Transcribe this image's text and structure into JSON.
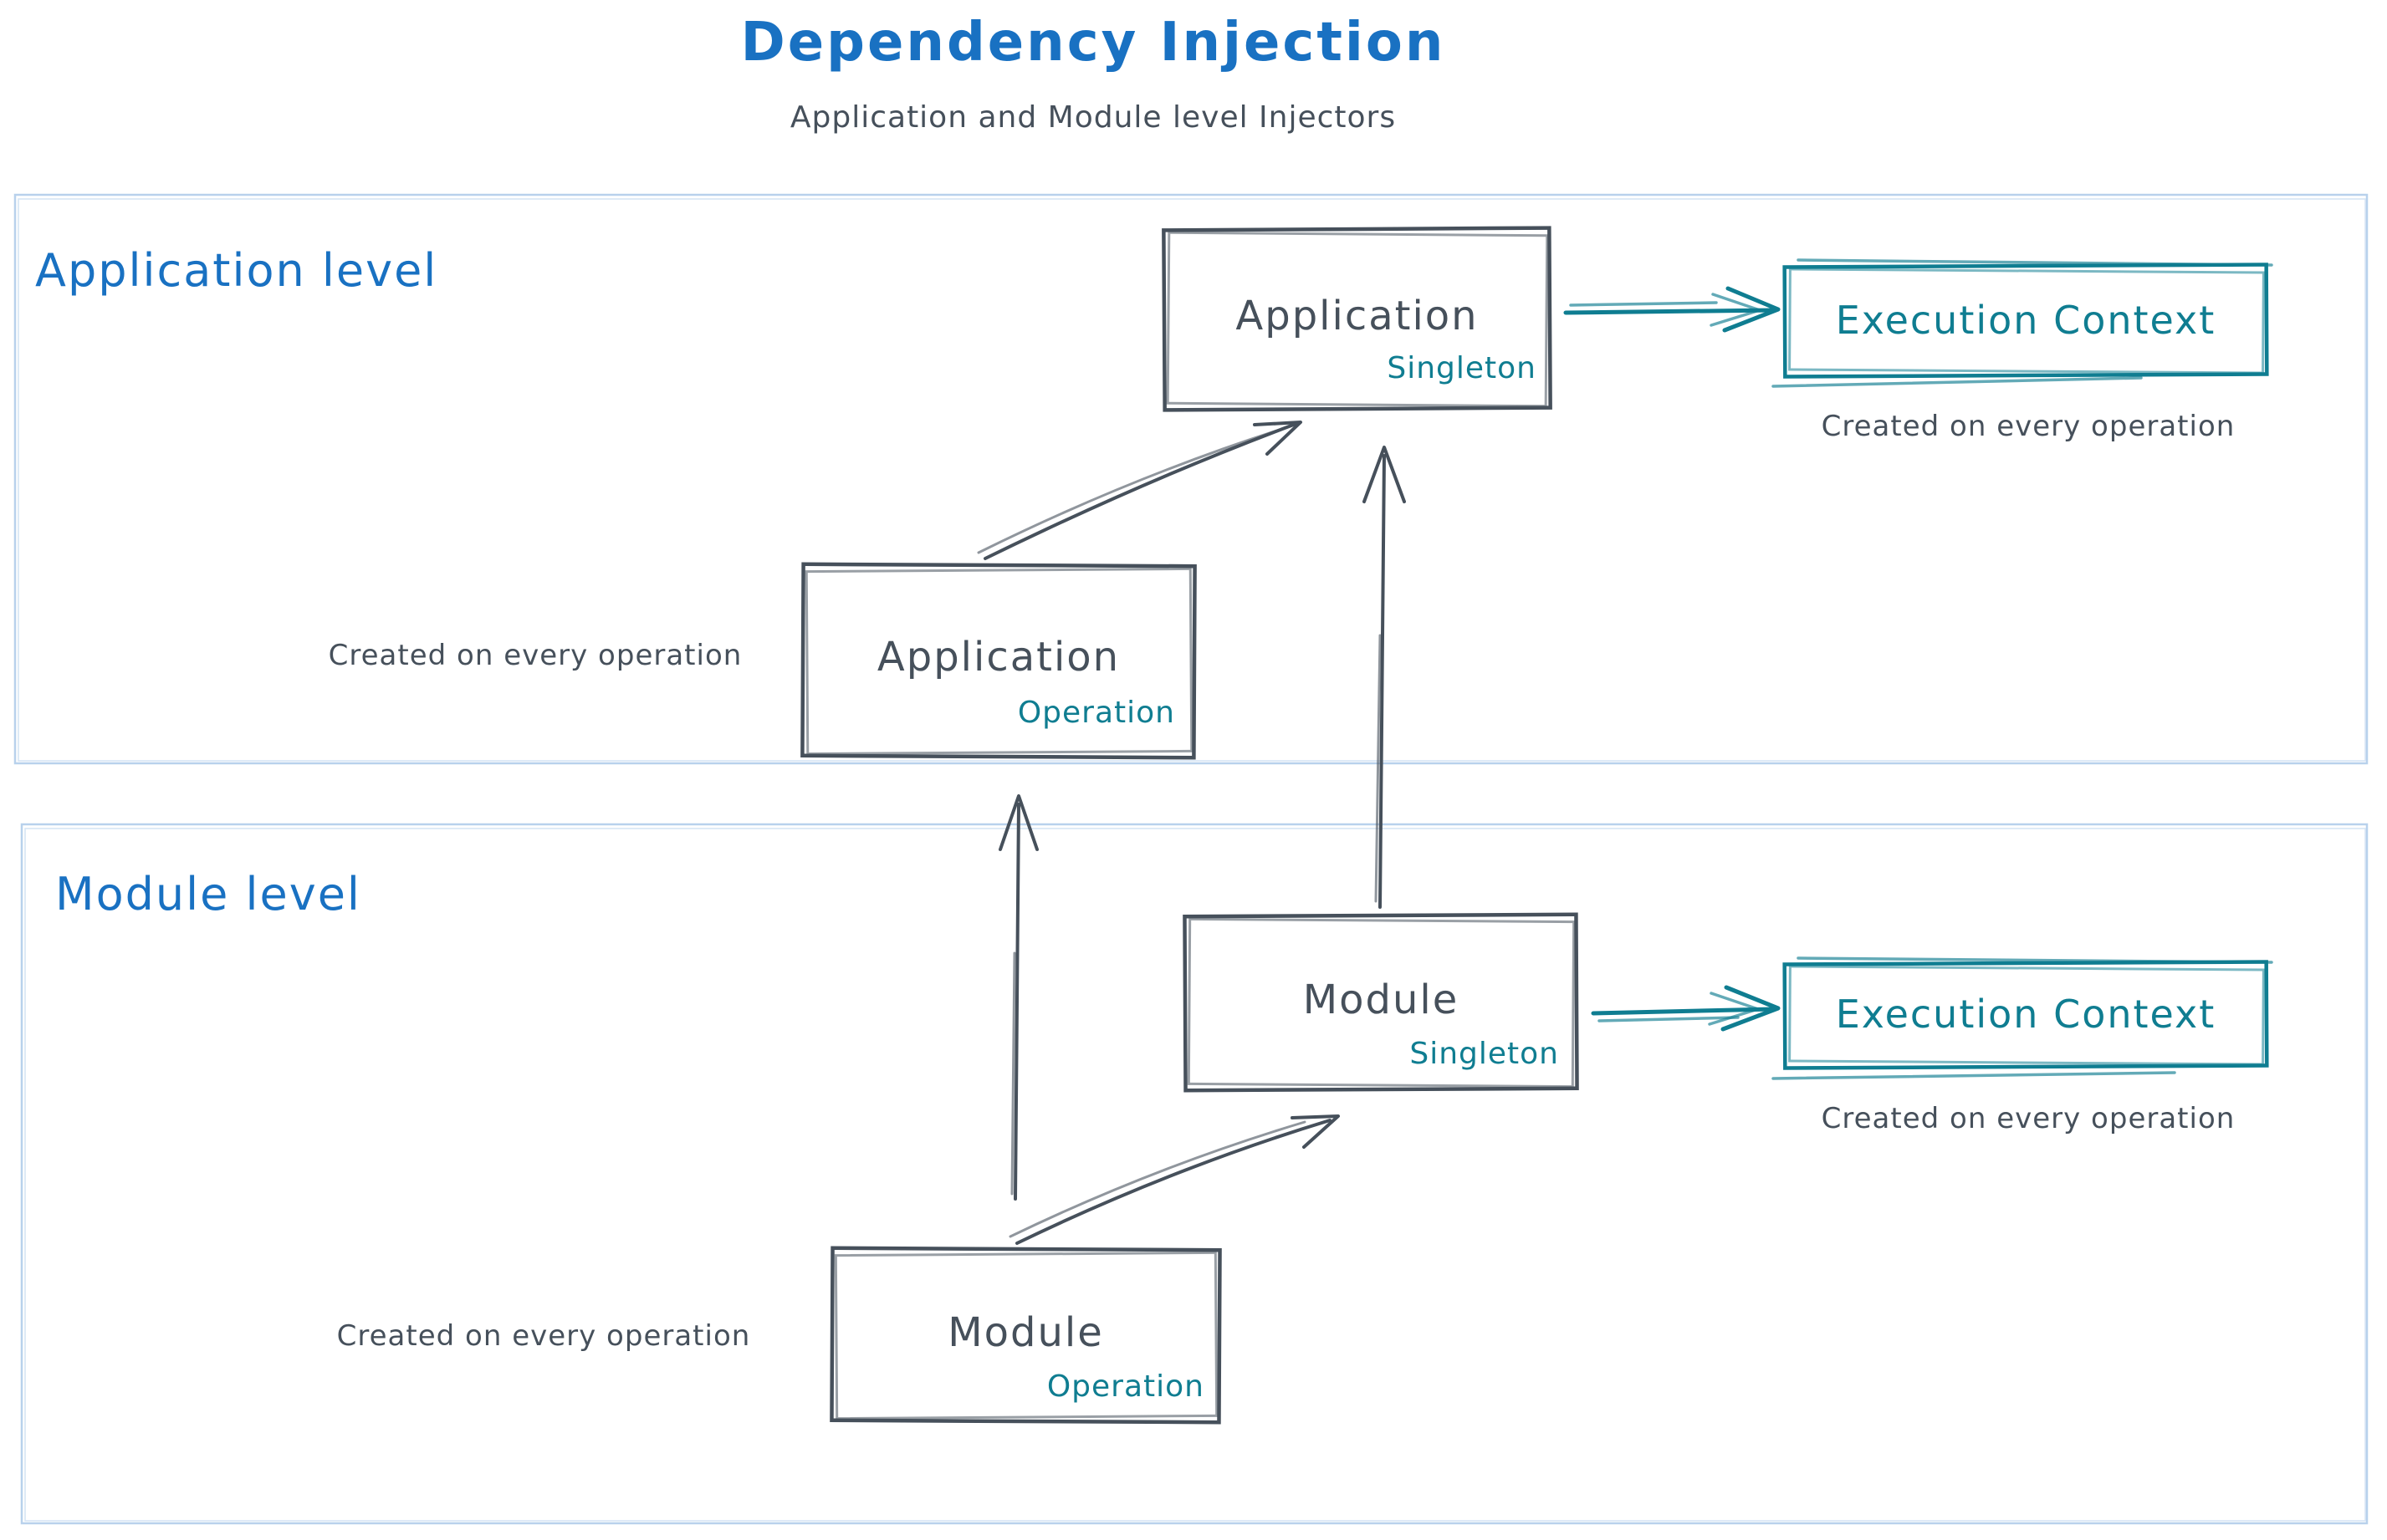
{
  "title": "Dependency Injection",
  "subtitle": "Application and Module level Injectors",
  "colors": {
    "blue": "#1971c2",
    "dark": "#46505b",
    "teal": "#0f7d91",
    "frame": "#b8d1ec"
  },
  "application_level": {
    "label": "Application level",
    "singleton_box": {
      "title": "Application",
      "scope": "Singleton"
    },
    "operation_box": {
      "title": "Application",
      "scope": "Operation",
      "caption": "Created on every operation"
    },
    "execution_context": {
      "label": "Execution Context",
      "caption": "Created on every operation"
    }
  },
  "module_level": {
    "label": "Module level",
    "singleton_box": {
      "title": "Module",
      "scope": "Singleton"
    },
    "operation_box": {
      "title": "Module",
      "scope": "Operation",
      "caption": "Created on every operation"
    },
    "execution_context": {
      "label": "Execution Context",
      "caption": "Created on every operation"
    }
  }
}
